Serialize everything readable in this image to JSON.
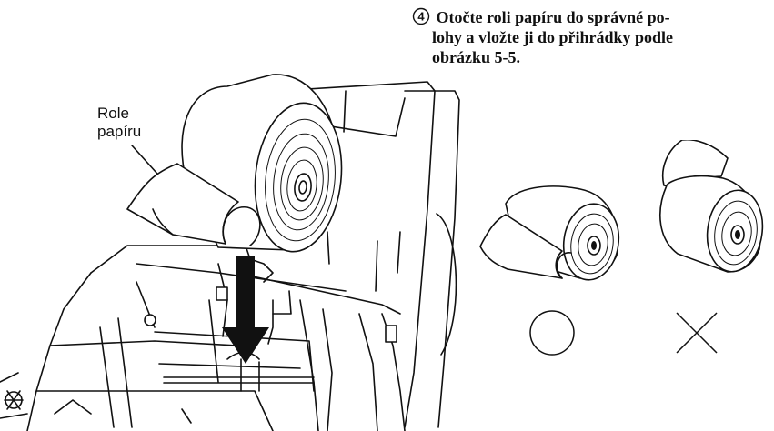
{
  "instruction": {
    "number": "4",
    "line1": "Otočte roli papíru do správné po-",
    "line2": "lohy a vložte ji do přihrádky podle",
    "line3": "obrázku 5-5."
  },
  "label": {
    "line1": "Role",
    "line2": "papíru"
  },
  "marks": {
    "correct": "circle-correct-mark",
    "wrong": "cross-wrong-mark"
  }
}
